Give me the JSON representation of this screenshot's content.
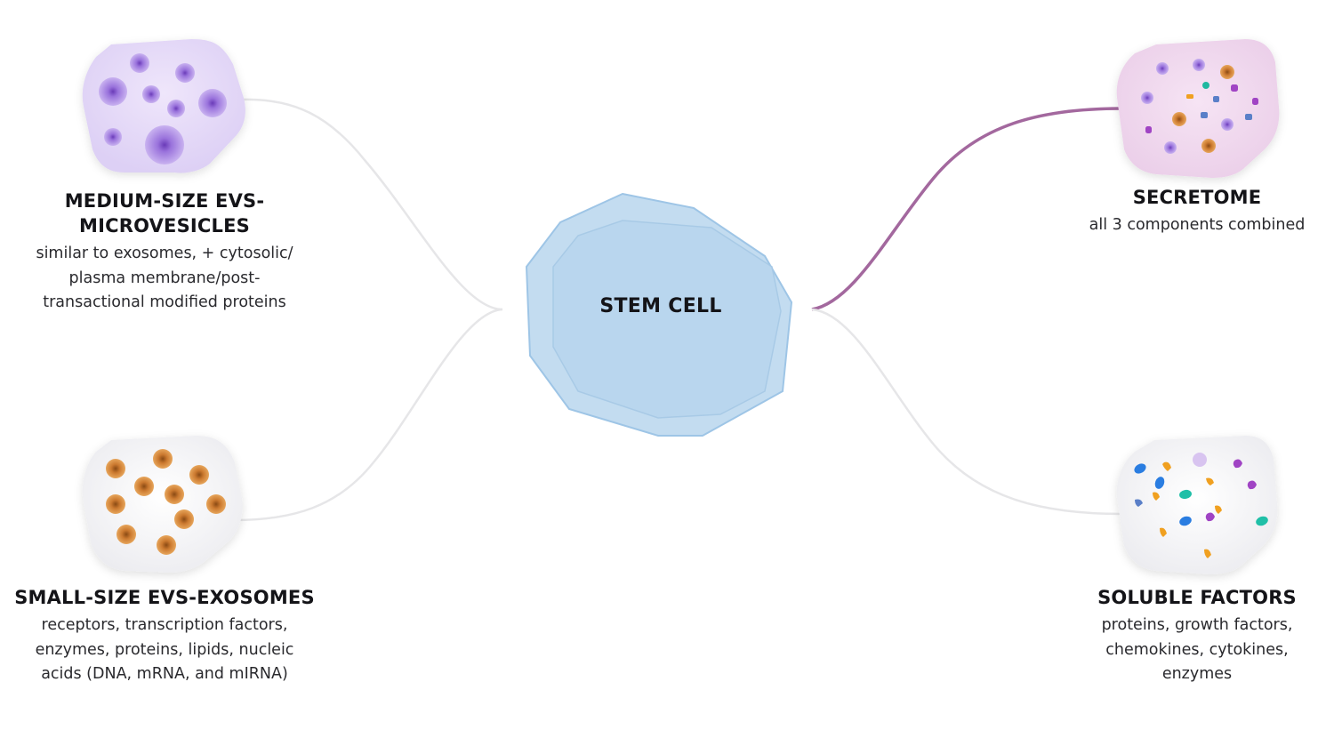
{
  "diagram": {
    "center": {
      "label": "STEM CELL",
      "fill": "#c3dcf0",
      "stroke": "#9ec5e6"
    },
    "nodes": [
      {
        "id": "medium",
        "title_lines": [
          "MEDIUM-SIZE EVS-",
          "MICROVESICLES"
        ],
        "desc_lines": [
          "similar to exosomes, + cytosolic/",
          "plasma membrane/post-",
          "transactional modified proteins"
        ],
        "color": "#8f5fd6"
      },
      {
        "id": "small",
        "title_lines": [
          "SMALL-SIZE EVS-EXOSOMES"
        ],
        "desc_lines": [
          "receptors, transcription factors,",
          "enzymes, proteins, lipids, nucleic",
          "acids (DNA, mRNA, and mIRNA)"
        ],
        "color": "#d8862f"
      },
      {
        "id": "secretome",
        "title_lines": [
          "SECRETOME"
        ],
        "desc_lines": [
          "all 3 components combined"
        ],
        "color": "#a3689e"
      },
      {
        "id": "soluble",
        "title_lines": [
          "SOLUBLE FACTORS"
        ],
        "desc_lines": [
          "proteins, growth factors,",
          "chemokines, cytokines,",
          "enzymes"
        ],
        "color": "#f0a020"
      }
    ],
    "connectors": [
      {
        "from": "center",
        "to": "medium",
        "color": "#e6e6e8"
      },
      {
        "from": "center",
        "to": "small",
        "color": "#e6e6e8"
      },
      {
        "from": "center",
        "to": "secretome",
        "color": "#a3689e"
      },
      {
        "from": "center",
        "to": "soluble",
        "color": "#e6e6e8"
      }
    ]
  }
}
